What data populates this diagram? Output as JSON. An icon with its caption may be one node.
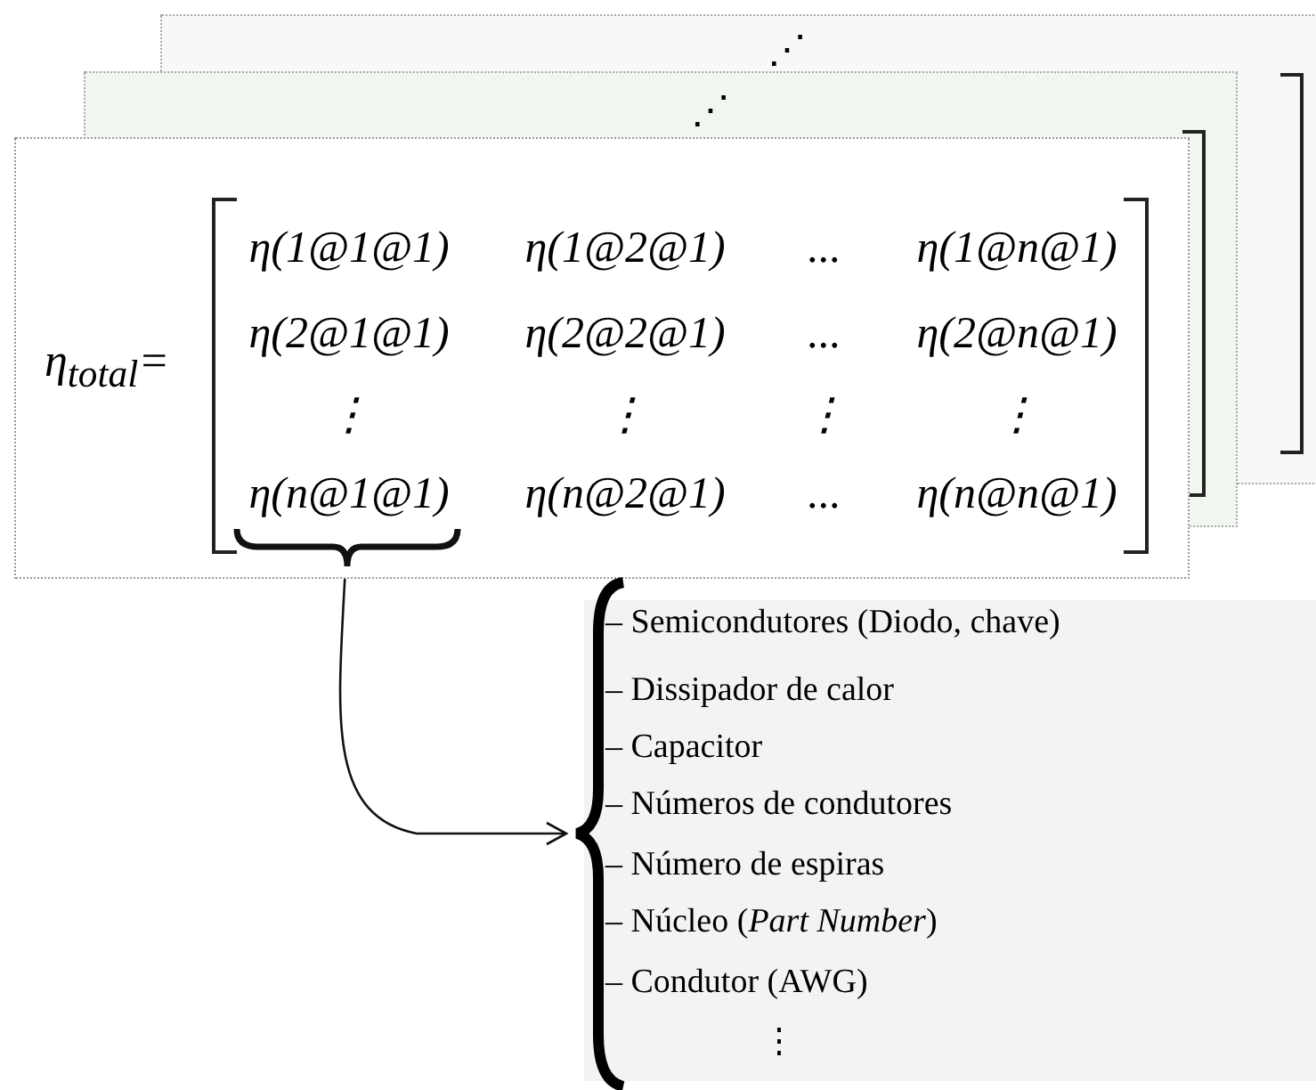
{
  "diagram": {
    "nodes": [
      {
        "text": [
          "⋰"
        ]
      },
      {
        "text": [
          "⋰"
        ]
      },
      {
        "text": [
          "η$_{total}$="
        ]
      },
      {
        "text": [],
        "shape": "brace",
        "in": 2
      },
      {
        "text": [
          "– Semicondutores (Diodo, chave)",
          "– Dissipador de calor",
          "– Capacitor",
          "– Números de condutores",
          "– Número de espiras",
          "– Núcleo (*Part Number*)",
          "– Condutor (AWG)",
          "⋮"
        ]
      }
    ],
    "edges": [
      {
        "from": 3,
        "to": 4,
        "arrow": "to"
      }
    ],
    "labels": [
      "η(1@1@1)",
      "η(1@2@1)",
      "...",
      "η(1@n@1)",
      "η(2@1@1)",
      "η(2@2@1)",
      "...",
      "η(2@n@1)",
      "⋮",
      "⋮",
      "⋮",
      "⋮",
      "η(n@1@1)",
      "η(n@2@1)",
      "...",
      "η(n@n@1)"
    ]
  }
}
